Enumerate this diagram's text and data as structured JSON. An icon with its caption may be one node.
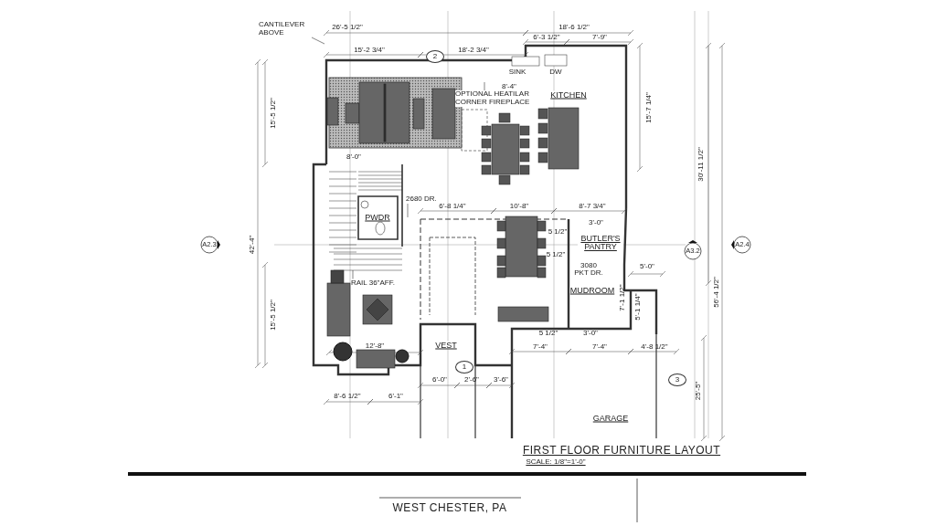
{
  "diagram": {
    "title": "FIRST FLOOR FURNITURE LAYOUT",
    "nodes": [
      {
        "text": [
          "CANTILEVER ABOVE"
        ]
      },
      {
        "text": [
          "OPTIONAL HEATILAR CORNER FIREPLACE"
        ]
      },
      {
        "text": [
          "RAIL 36\"AFF."
        ]
      },
      {
        "text": [
          "2680 DR."
        ]
      },
      {
        "text": [
          "2"
        ]
      },
      {
        "text": [
          "1"
        ]
      },
      {
        "text": [
          "3"
        ]
      },
      {
        "text": [
          "A2.3"
        ]
      },
      {
        "text": [
          "A3.2"
        ]
      },
      {
        "text": [
          "A2.4"
        ]
      }
    ],
    "edges": [
      {
        "from": 0,
        "to": null,
        "arrow": "none"
      },
      {
        "from": 1,
        "to": null,
        "arrow": "none"
      },
      {
        "from": 2,
        "to": null,
        "arrow": "none"
      },
      {
        "from": 3,
        "to": null,
        "arrow": "none"
      }
    ],
    "labels": [
      "26'-5 1/2\"",
      "18'-6 1/2\"",
      "6'-3 1/2\"",
      "7'-9\"",
      "15'-2 3/4\"",
      "18'-2 3/4\"",
      "SINK",
      "DW",
      "8'-4\"",
      "KITCHEN",
      "15'-7 1/4\"",
      "30'-11 1/2\"",
      "8'-0\"",
      "PWDR",
      "6'-8 1/4\"",
      "10'-8\"",
      "8'-7 3/4\"",
      "3'-0\"",
      "5 1/2\"",
      "BUTLER'S PANTRY",
      "42'-4\"",
      "15'-5 1/2\"",
      "5 1/2\"",
      "3080 PKT DR.",
      "5'-0\"",
      "15'-5 1/2\"",
      "MUDROOM",
      "7'-1 1/2\"",
      "5'-1 1/4\"",
      "56'-4 1/2\"",
      "5 1/2\"",
      "3'-0\"",
      "12'-8\"",
      "VEST",
      "7'-4\"",
      "7'-4\"",
      "4'-8 1/2\"",
      "6'-0\"",
      "2'-6\"",
      "3'-6\"",
      "25'-5\"",
      "8'-6 1/2\"",
      "6'-1\"",
      "GARAGE",
      "SCALE: 1/8\"=1'-0\"",
      "WEST CHESTER, PA"
    ]
  }
}
